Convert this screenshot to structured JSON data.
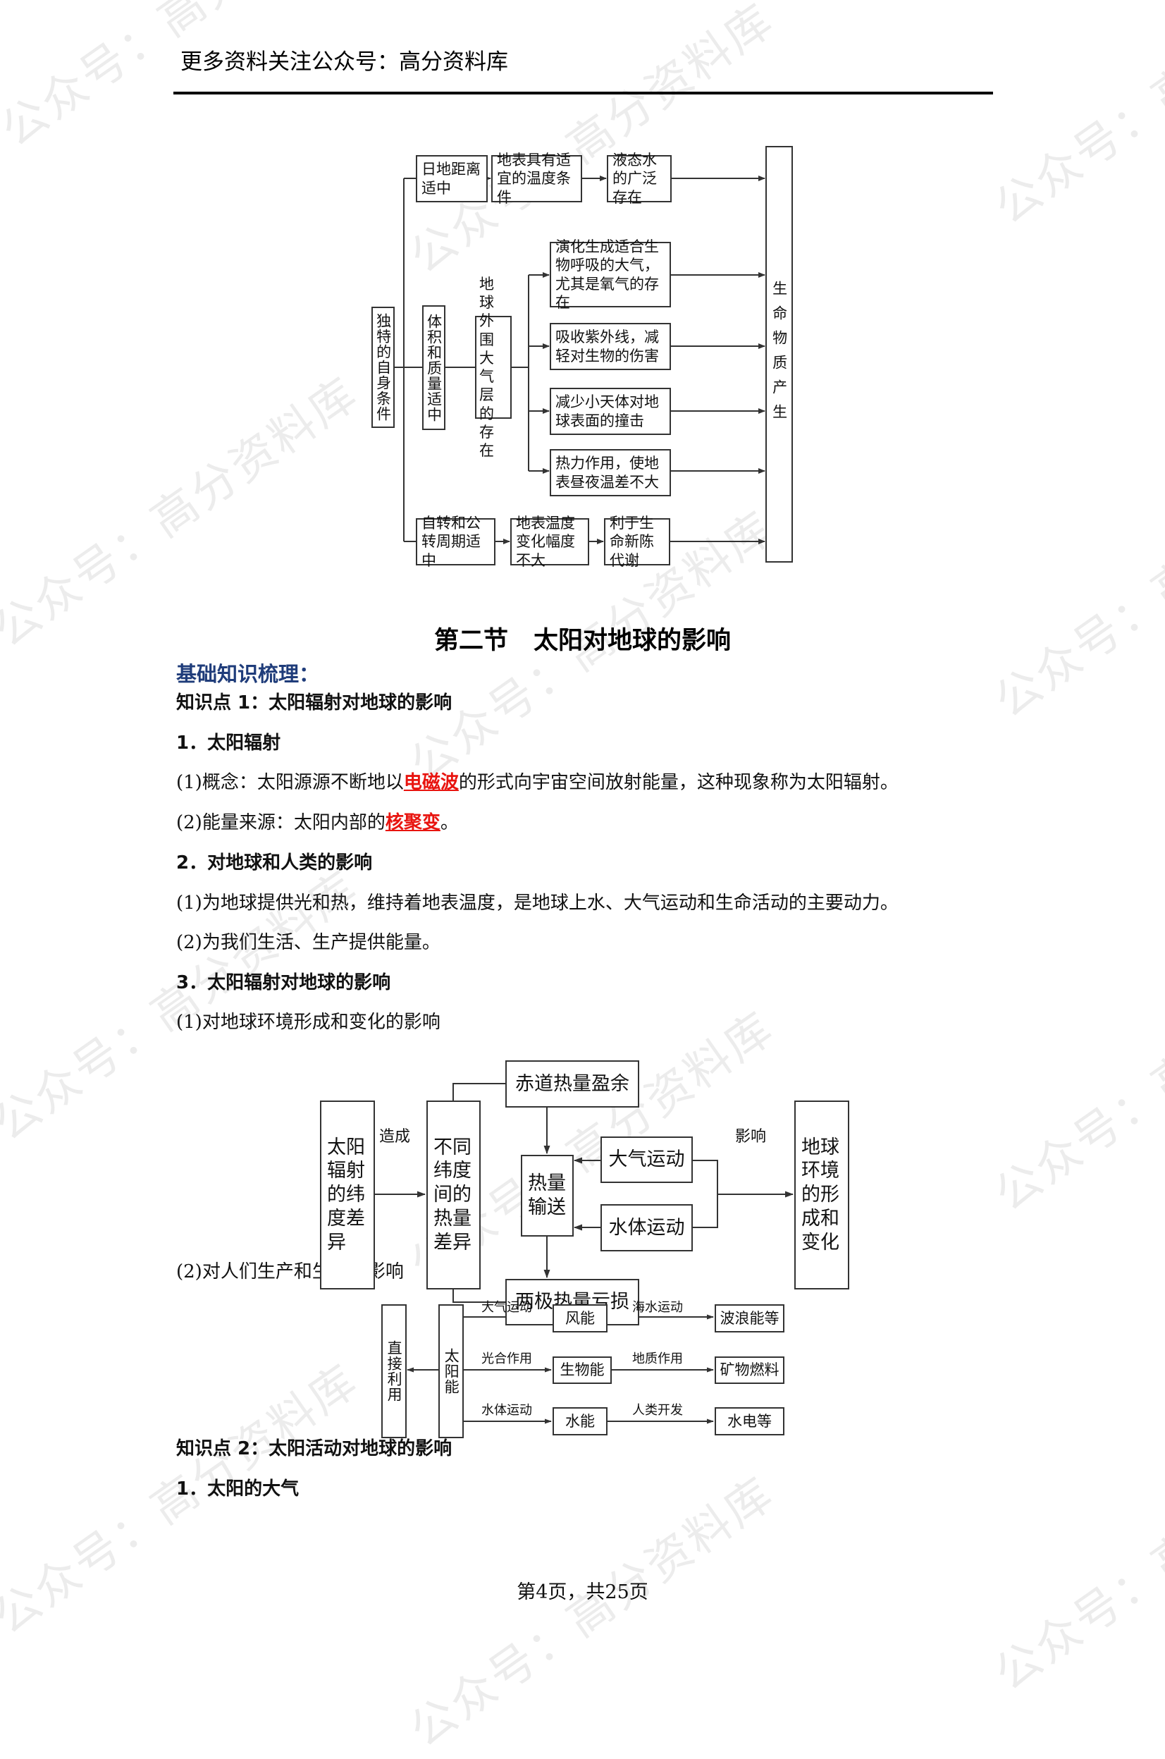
{
  "watermark": {
    "text": "公众号：高分资料库"
  },
  "header": {
    "text": "更多资料关注公众号：高分资料库"
  },
  "diagram1": {
    "source": "独特的自身条件",
    "row1": [
      "日地距离适中",
      "地表具有适宜的温度条件",
      "液态水的广泛存在"
    ],
    "row2_start": "体积和质量适中",
    "row2_mid": "地球外围大气层的存在",
    "row2_branches": [
      "演化生成适合生物呼吸的大气，尤其是氧气的存在",
      "吸收紫外线，减轻对生物的伤害",
      "减少小天体对地球表面的撞击",
      "热力作用，使地表昼夜温差不大"
    ],
    "row3": [
      "自转和公转周期适中",
      "地表温度变化幅度不大",
      "利于生命新陈代谢"
    ],
    "result": "生命物质产生"
  },
  "section": {
    "number": "第二节",
    "title": "太阳对地球的影响"
  },
  "heading_blue": "基础知识梳理：",
  "kp1": {
    "title": "知识点 1：太阳辐射对地球的影响",
    "s1": "1．太阳辐射",
    "s1_p1": {
      "before": "(1)概念：太阳源源不断地以",
      "highlight": "电磁波",
      "after": "的形式向宇宙空间放射能量，这种现象称为太阳辐射。"
    },
    "s1_p2": {
      "before": "(2)能量来源：太阳内部的",
      "highlight": "核聚变",
      "after": "。"
    },
    "s2": "2．对地球和人类的影响",
    "s2_p1": "(1)为地球提供光和热，维持着地表温度，是地球上水、大气运动和生命活动的主要动力。",
    "s2_p2": "(2)为我们生活、生产提供能量。",
    "s3": "3．太阳辐射对地球的影响",
    "s3_p1": "(1)对地球环境形成和变化的影响",
    "s3_p2": "(2)对人们生产和生活的影响"
  },
  "diagram2": {
    "left": "太阳辐射的纬度差异",
    "arrow_label": "造成",
    "diff": "不同纬度间的热量差异",
    "top": "赤道热量盈余",
    "center": "热量输送",
    "atm": "大气运动",
    "water": "水体运动",
    "bottom": "两极热量亏损",
    "effect_label": "影响",
    "right": "地球环境的形成和变化"
  },
  "diagram3": {
    "direct": "直接利用",
    "sun": "太阳能",
    "rows": [
      {
        "via": "大气运动",
        "mid": "风能",
        "via2": "海水运动",
        "end": "波浪能等"
      },
      {
        "via": "光合作用",
        "mid": "生物能",
        "via2": "地质作用",
        "end": "矿物燃料"
      },
      {
        "via": "水体运动",
        "mid": "水能",
        "via2": "人类开发",
        "end": "水电等"
      }
    ]
  },
  "kp2": {
    "title": "知识点 2：太阳活动对地球的影响",
    "s1": "1．太阳的大气"
  },
  "footer": {
    "page_label": "第4页，共25页"
  },
  "colors": {
    "highlight_red": "#e8140f",
    "heading_blue": "#1f3c7a"
  }
}
